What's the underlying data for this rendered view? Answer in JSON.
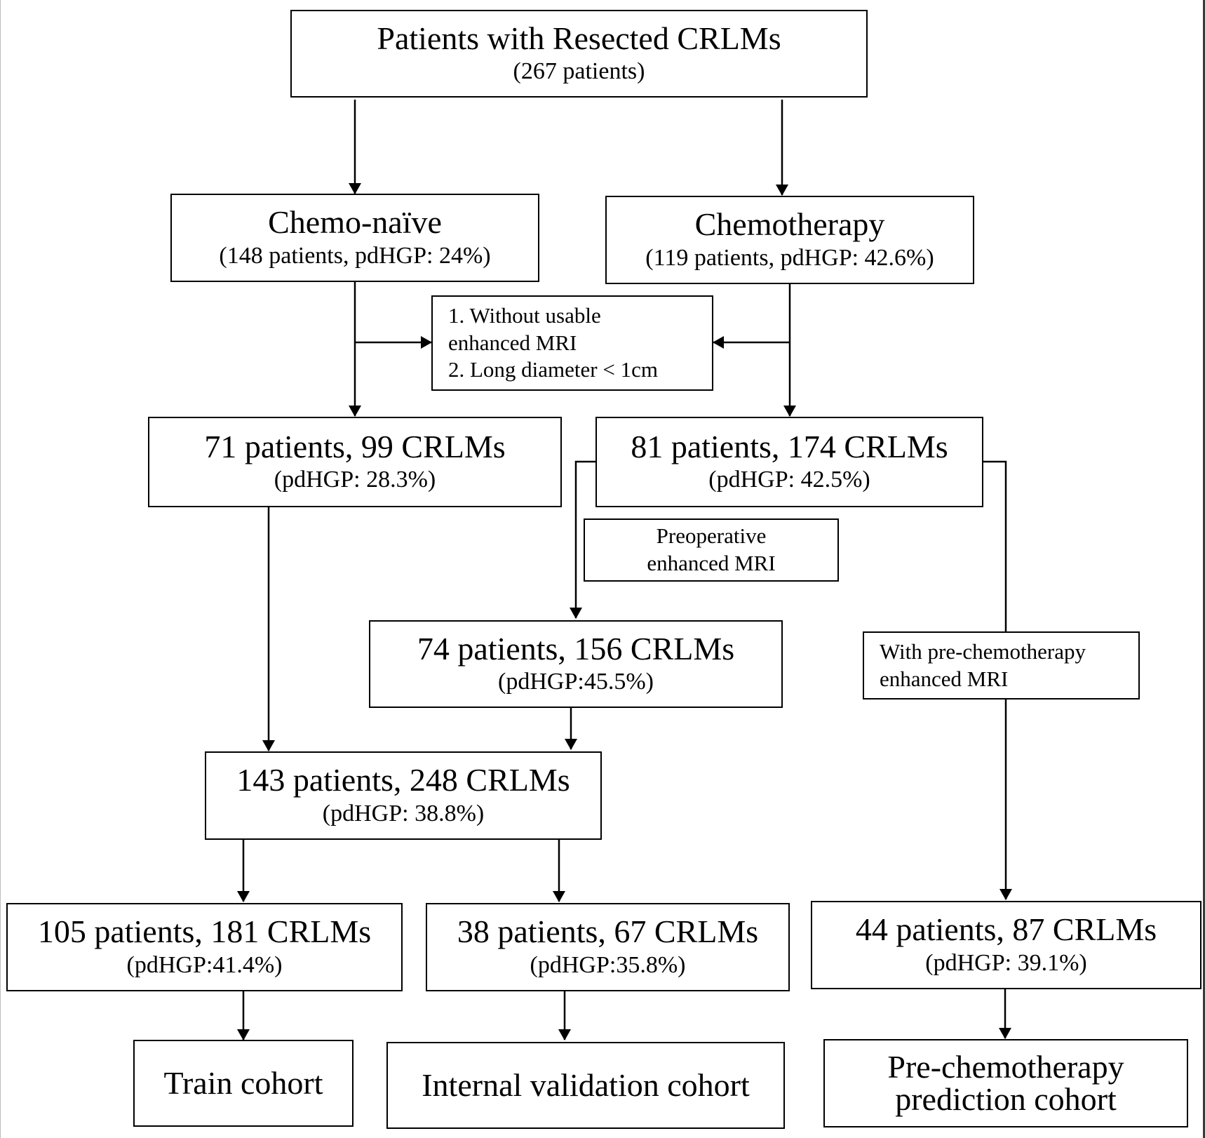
{
  "root": {
    "title": "Patients with Resected CRLMs",
    "sub": "(267 patients)"
  },
  "chemo_naive": {
    "title": "Chemo-naïve",
    "sub": "(148 patients, pdHGP: 24%)"
  },
  "chemotherapy": {
    "title": "Chemotherapy",
    "sub": "(119 patients, pdHGP: 42.6%)"
  },
  "exclusion": {
    "line1": "1. Without usable",
    "line2": "enhanced MRI",
    "line3": "2. Long diameter < 1cm"
  },
  "naive_filtered": {
    "title": "71 patients, 99 CRLMs",
    "sub": "(pdHGP: 28.3%)"
  },
  "chemo_filtered": {
    "title": "81 patients, 174 CRLMs",
    "sub": "(pdHGP: 42.5%)"
  },
  "preop_mri": {
    "line1": "Preoperative",
    "line2": "enhanced MRI"
  },
  "prechemo_mri": {
    "line1": "With pre-chemotherapy",
    "line2": "enhanced MRI"
  },
  "chemo_preop": {
    "title": "74 patients, 156 CRLMs",
    "sub": "(pdHGP:45.5%)"
  },
  "combined": {
    "title": "143 patients, 248 CRLMs",
    "sub": "(pdHGP: 38.8%)"
  },
  "train_split": {
    "title": "105 patients, 181 CRLMs",
    "sub": "(pdHGP:41.4%)"
  },
  "internal_split": {
    "title": "38 patients, 67 CRLMs",
    "sub": "(pdHGP:35.8%)"
  },
  "prechemo_split": {
    "title": "44 patients, 87 CRLMs",
    "sub": "(pdHGP: 39.1%)"
  },
  "cohorts": {
    "train": "Train cohort",
    "internal": "Internal validation cohort",
    "prechemo_line1": "Pre-chemotherapy",
    "prechemo_line2": "prediction cohort"
  }
}
